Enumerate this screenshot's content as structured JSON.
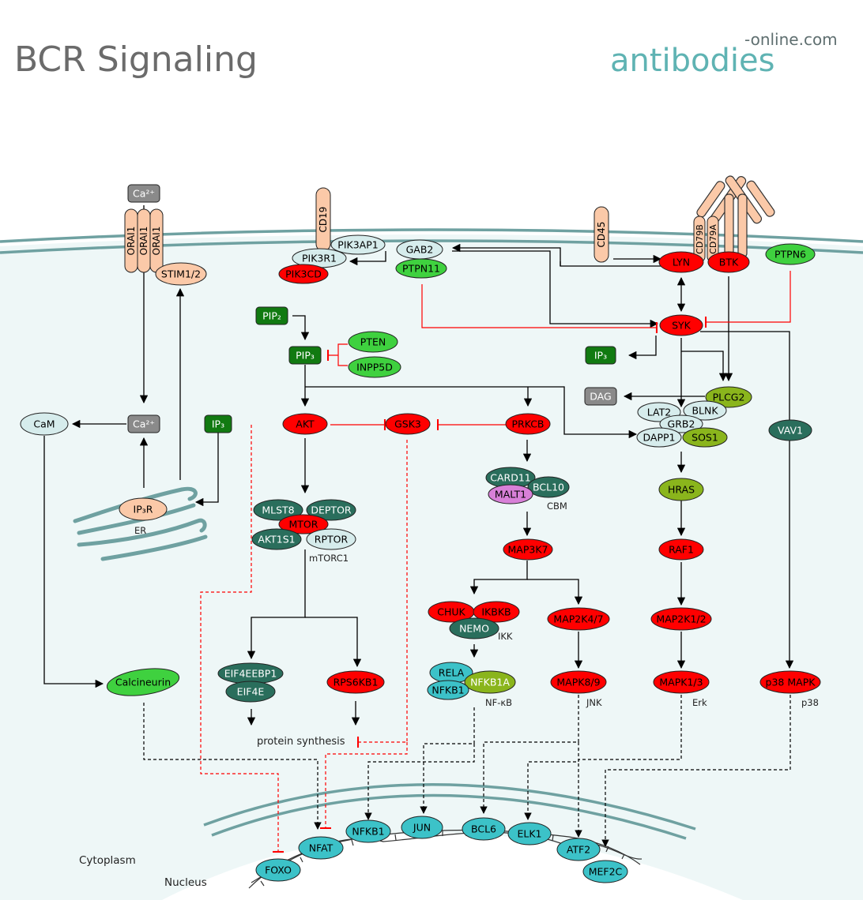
{
  "title": "BCR Signaling",
  "brand": {
    "main": "antibodies",
    "suffix": "-online.com"
  },
  "regions": {
    "cytoplasm": "Cytoplasm",
    "nucleus": "Nucleus",
    "er": "ER"
  },
  "colors": {
    "red": "#ff0000",
    "light_teal": "#d6ecec",
    "dark_teal": "#2a6e5c",
    "bright_green": "#3fd13f",
    "olive": "#8ab51c",
    "dark_green": "#117a11",
    "cyan": "#3cc2c8",
    "salmon": "#fbc9a8",
    "gray": "#8a8a8a",
    "magenta": "#d880d8",
    "membrane": "#6fa1a1",
    "cytoplasm_bg": "#eef7f7"
  },
  "labels": {
    "ca_top": "Ca²⁺",
    "ca_mid": "Ca²⁺",
    "orai1": "ORAI1",
    "stim": "STIM1/2",
    "cam": "CaM",
    "ip3r": "IP₃R",
    "ip3_left": "IP₃",
    "calcineurin": "Calcineurin",
    "cd19": "CD19",
    "pik3ap1": "PIK3AP1",
    "pik3r1": "PIK3R1",
    "pik3cd": "PIK3CD",
    "gab2": "GAB2",
    "ptpn11": "PTPN11",
    "pip2": "PIP₂",
    "pip3": "PIP₃",
    "pten": "PTEN",
    "inpp5d": "INPP5D",
    "akt": "AKT",
    "gsk3": "GSK3",
    "prkcb": "PRKCB",
    "mlst8": "MLST8",
    "deptor": "DEPTOR",
    "mtor": "MTOR",
    "akt1s1": "AKT1S1",
    "rptor": "RPTOR",
    "mtorc1": "mTORC1",
    "eif4eebp1": "EIF4EEBP1",
    "eif4e": "EIF4E",
    "rps6kb1": "RPS6KB1",
    "protein_synthesis": "protein synthesis",
    "card11": "CARD11",
    "bcl10": "BCL10",
    "malt1": "MALT1",
    "cbm": "CBM",
    "map3k7": "MAP3K7",
    "chuk": "CHUK",
    "ikbkb": "IKBKB",
    "nemo": "NEMO",
    "ikk": "IKK",
    "rela": "RELA",
    "nfkb1": "NFKB1",
    "nfkb1a": "NFKB1A",
    "nfkb": "NF-κB",
    "map2k47": "MAP2K4/7",
    "mapk89": "MAPK8/9",
    "jnk": "JNK",
    "cd45": "CD45",
    "cd79b": "CD79B",
    "cd79a": "CD79A",
    "lyn": "LYN",
    "btk": "BTK",
    "ptpn6": "PTPN6",
    "syk": "SYK",
    "ip3_right": "IP₃",
    "dag": "DAG",
    "plcg2": "PLCG2",
    "lat2": "LAT2",
    "blnk": "BLNK",
    "grb2": "GRB2",
    "dapp1": "DAPP1",
    "sos1": "SOS1",
    "hras": "HRAS",
    "raf1": "RAF1",
    "map2k12": "MAP2K1/2",
    "mapk13": "MAPK1/3",
    "erk": "Erk",
    "vav1": "VAV1",
    "p38mapk": "p38 MAPK",
    "p38": "p38",
    "foxo": "FOXO",
    "nfat": "NFAT",
    "nfkb1_nuc": "NFKB1",
    "jun": "JUN",
    "bcl6": "BCL6",
    "elk1": "ELK1",
    "atf2": "ATF2",
    "mef2c": "MEF2C"
  }
}
